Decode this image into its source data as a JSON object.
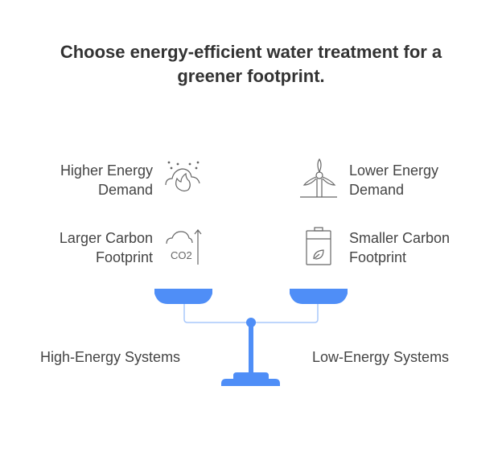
{
  "title_line1": "Choose energy-efficient water treatment for a",
  "title_line2": "greener footprint.",
  "left": {
    "item1_l1": "Higher Energy",
    "item1_l2": "Demand",
    "item2_l1": "Larger Carbon",
    "item2_l2": "Footprint",
    "system": "High-Energy Systems"
  },
  "right": {
    "item1_l1": "Lower Energy",
    "item1_l2": "Demand",
    "item2_l1": "Smaller Carbon",
    "item2_l2": "Footprint",
    "system": "Low-Energy Systems"
  },
  "icons": {
    "co2_text": "CO2"
  },
  "colors": {
    "accent": "#4f8ef7",
    "beam": "#a8c8fb",
    "icon": "#666666"
  }
}
